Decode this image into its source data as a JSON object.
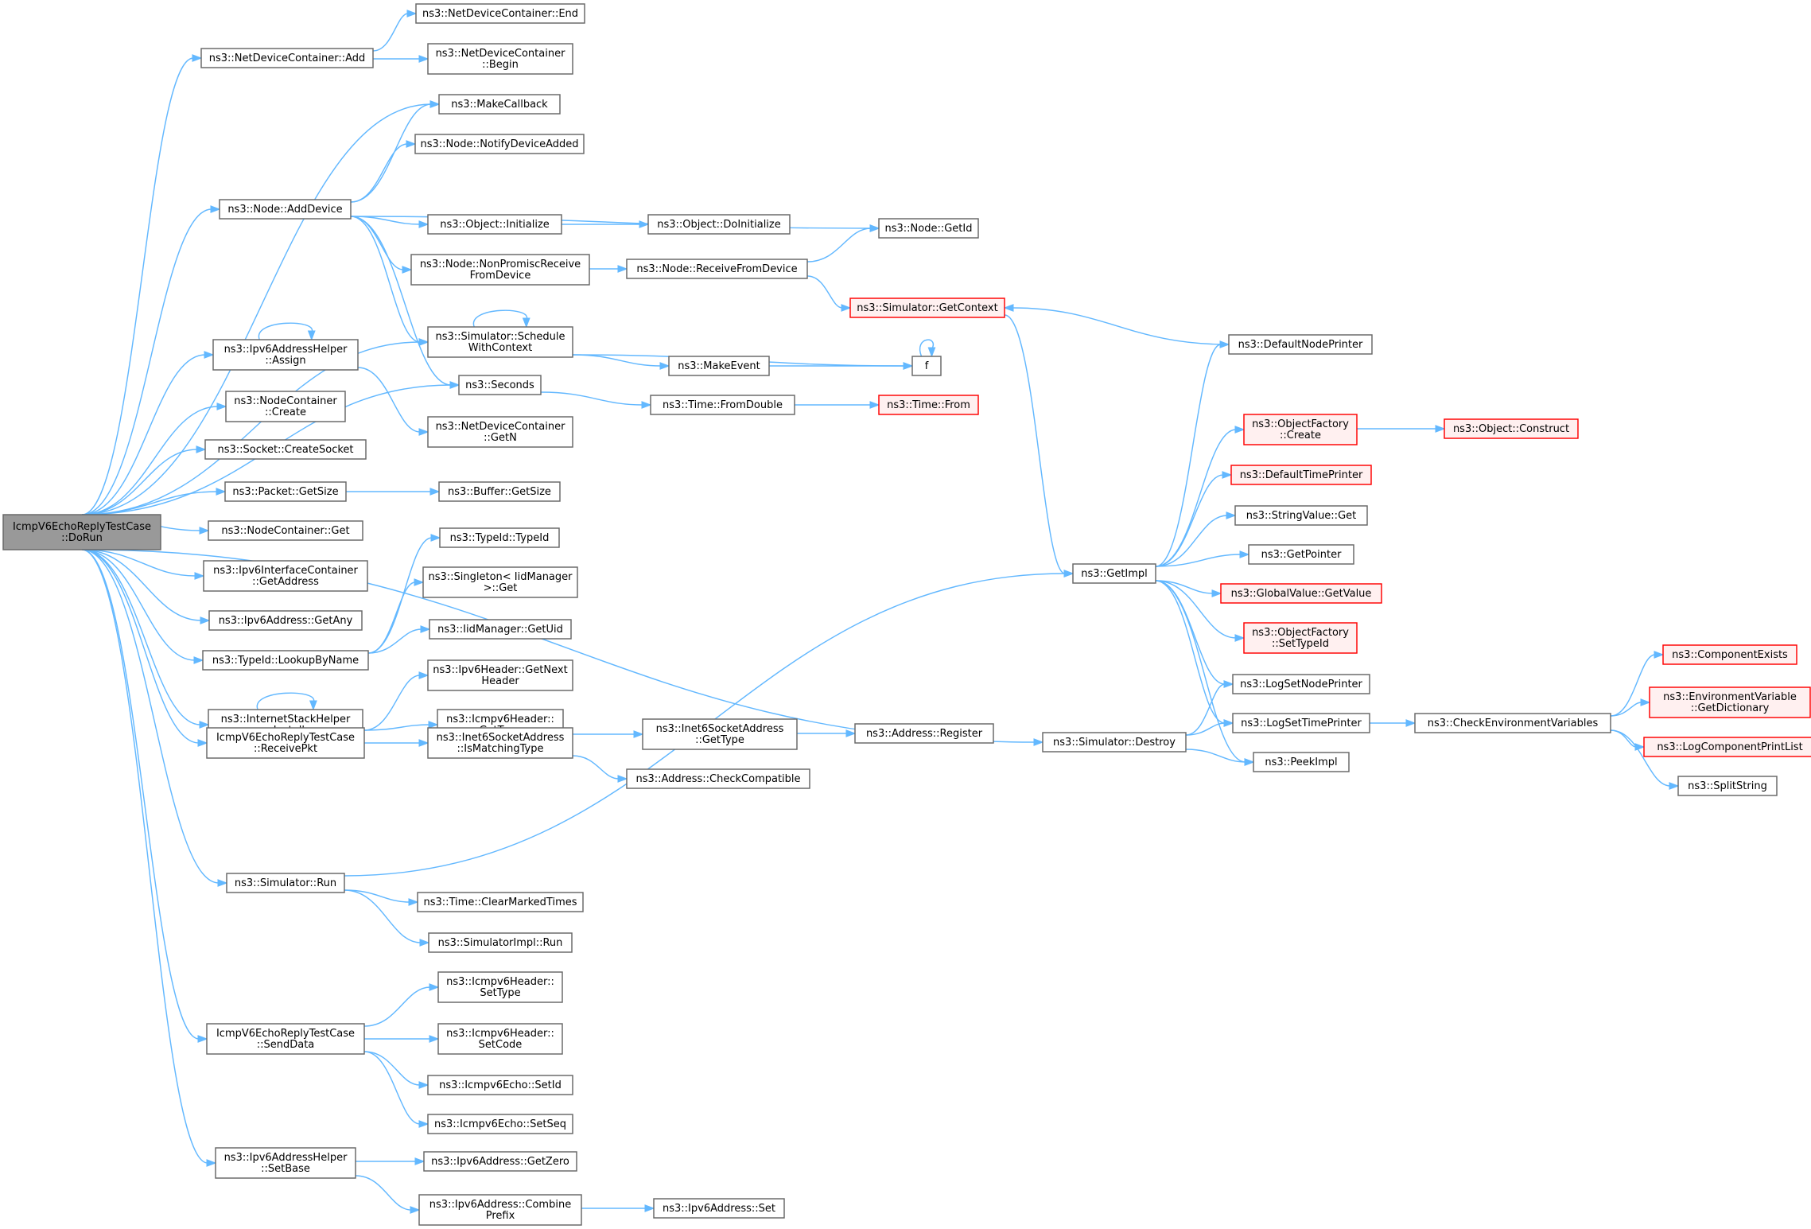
{
  "graph": {
    "nodes": [
      {
        "id": "root",
        "lines": [
          "IcmpV6EchoReplyTestCase",
          "::DoRun"
        ],
        "style": "root"
      },
      {
        "id": "ndcAdd",
        "lines": [
          "ns3::NetDeviceContainer::Add"
        ]
      },
      {
        "id": "ndcEnd",
        "lines": [
          "ns3::NetDeviceContainer::End"
        ]
      },
      {
        "id": "ndcBegin",
        "lines": [
          "ns3::NetDeviceContainer",
          "::Begin"
        ]
      },
      {
        "id": "makeCallback",
        "lines": [
          "ns3::MakeCallback"
        ]
      },
      {
        "id": "notifyDev",
        "lines": [
          "ns3::Node::NotifyDeviceAdded"
        ]
      },
      {
        "id": "addDevice",
        "lines": [
          "ns3::Node::AddDevice"
        ]
      },
      {
        "id": "objInit",
        "lines": [
          "ns3::Object::Initialize"
        ]
      },
      {
        "id": "objDoInit",
        "lines": [
          "ns3::Object::DoInitialize"
        ]
      },
      {
        "id": "nodeGetId",
        "lines": [
          "ns3::Node::GetId"
        ]
      },
      {
        "id": "nonPromisc",
        "lines": [
          "ns3::Node::NonPromiscReceive",
          "FromDevice"
        ]
      },
      {
        "id": "recvFromDev",
        "lines": [
          "ns3::Node::ReceiveFromDevice"
        ]
      },
      {
        "id": "getContext",
        "lines": [
          "ns3::Simulator::GetContext"
        ],
        "style": "trunc"
      },
      {
        "id": "schedule",
        "lines": [
          "ns3::Simulator::Schedule",
          "WithContext"
        ]
      },
      {
        "id": "assign",
        "lines": [
          "ns3::Ipv6AddressHelper",
          "::Assign"
        ]
      },
      {
        "id": "fNode",
        "lines": [
          "f"
        ]
      },
      {
        "id": "makeEvent",
        "lines": [
          "ns3::MakeEvent"
        ]
      },
      {
        "id": "seconds",
        "lines": [
          "ns3::Seconds"
        ]
      },
      {
        "id": "fromDouble",
        "lines": [
          "ns3::Time::FromDouble"
        ]
      },
      {
        "id": "timeFrom",
        "lines": [
          "ns3::Time::From"
        ],
        "style": "trunc"
      },
      {
        "id": "ncCreate",
        "lines": [
          "ns3::NodeContainer",
          "::Create"
        ]
      },
      {
        "id": "ndcGetN",
        "lines": [
          "ns3::NetDeviceContainer",
          "::GetN"
        ]
      },
      {
        "id": "createSocket",
        "lines": [
          "ns3::Socket::CreateSocket"
        ]
      },
      {
        "id": "pktGetSize",
        "lines": [
          "ns3::Packet::GetSize"
        ]
      },
      {
        "id": "bufGetSize",
        "lines": [
          "ns3::Buffer::GetSize"
        ]
      },
      {
        "id": "ncGet",
        "lines": [
          "ns3::NodeContainer::Get"
        ]
      },
      {
        "id": "typeIdTypeId",
        "lines": [
          "ns3::TypeId::TypeId"
        ]
      },
      {
        "id": "ipv6IfGetAddr",
        "lines": [
          "ns3::Ipv6InterfaceContainer",
          "::GetAddress"
        ]
      },
      {
        "id": "singletonGet",
        "lines": [
          "ns3::Singleton< IidManager",
          ">::Get"
        ]
      },
      {
        "id": "getAny",
        "lines": [
          "ns3::Ipv6Address::GetAny"
        ]
      },
      {
        "id": "iidGetUid",
        "lines": [
          "ns3::IidManager::GetUid"
        ]
      },
      {
        "id": "lookupByName",
        "lines": [
          "ns3::TypeId::LookupByName"
        ]
      },
      {
        "id": "ipv6GetNext",
        "lines": [
          "ns3::Ipv6Header::GetNext",
          "Header"
        ]
      },
      {
        "id": "install",
        "lines": [
          "ns3::InternetStackHelper",
          "::Install"
        ]
      },
      {
        "id": "icmpGetType",
        "lines": [
          "ns3::Icmpv6Header::",
          "GetType"
        ]
      },
      {
        "id": "inetGetType",
        "lines": [
          "ns3::Inet6SocketAddress",
          "::GetType"
        ]
      },
      {
        "id": "addrRegister",
        "lines": [
          "ns3::Address::Register"
        ]
      },
      {
        "id": "receivePkt",
        "lines": [
          "IcmpV6EchoReplyTestCase",
          "::ReceivePkt"
        ]
      },
      {
        "id": "isMatching",
        "lines": [
          "ns3::Inet6SocketAddress",
          "::IsMatchingType"
        ]
      },
      {
        "id": "checkCompat",
        "lines": [
          "ns3::Address::CheckCompatible"
        ]
      },
      {
        "id": "simRun",
        "lines": [
          "ns3::Simulator::Run"
        ]
      },
      {
        "id": "clearMarked",
        "lines": [
          "ns3::Time::ClearMarkedTimes"
        ]
      },
      {
        "id": "implRun",
        "lines": [
          "ns3::SimulatorImpl::Run"
        ]
      },
      {
        "id": "setType",
        "lines": [
          "ns3::Icmpv6Header::",
          "SetType"
        ]
      },
      {
        "id": "sendData",
        "lines": [
          "IcmpV6EchoReplyTestCase",
          "::SendData"
        ]
      },
      {
        "id": "setCode",
        "lines": [
          "ns3::Icmpv6Header::",
          "SetCode"
        ]
      },
      {
        "id": "setId",
        "lines": [
          "ns3::Icmpv6Echo::SetId"
        ]
      },
      {
        "id": "setSeq",
        "lines": [
          "ns3::Icmpv6Echo::SetSeq"
        ]
      },
      {
        "id": "setBase",
        "lines": [
          "ns3::Ipv6AddressHelper",
          "::SetBase"
        ]
      },
      {
        "id": "getZero",
        "lines": [
          "ns3::Ipv6Address::GetZero"
        ]
      },
      {
        "id": "combinePrefix",
        "lines": [
          "ns3::Ipv6Address::Combine",
          "Prefix"
        ]
      },
      {
        "id": "ipv6Set",
        "lines": [
          "ns3::Ipv6Address::Set"
        ]
      },
      {
        "id": "getImpl",
        "lines": [
          "ns3::GetImpl"
        ]
      },
      {
        "id": "simDestroy",
        "lines": [
          "ns3::Simulator::Destroy"
        ]
      },
      {
        "id": "defNodePrinter",
        "lines": [
          "ns3::DefaultNodePrinter"
        ]
      },
      {
        "id": "ofCreate",
        "lines": [
          "ns3::ObjectFactory",
          "::Create"
        ],
        "style": "trunc"
      },
      {
        "id": "objConstruct",
        "lines": [
          "ns3::Object::Construct"
        ],
        "style": "trunc"
      },
      {
        "id": "defTimePrinter",
        "lines": [
          "ns3::DefaultTimePrinter"
        ],
        "style": "trunc"
      },
      {
        "id": "strValGet",
        "lines": [
          "ns3::StringValue::Get"
        ]
      },
      {
        "id": "getPointer",
        "lines": [
          "ns3::GetPointer"
        ]
      },
      {
        "id": "gvGetValue",
        "lines": [
          "ns3::GlobalValue::GetValue"
        ],
        "style": "trunc"
      },
      {
        "id": "ofSetTypeId",
        "lines": [
          "ns3::ObjectFactory",
          "::SetTypeId"
        ],
        "style": "trunc"
      },
      {
        "id": "logSetNode",
        "lines": [
          "ns3::LogSetNodePrinter"
        ]
      },
      {
        "id": "logSetTime",
        "lines": [
          "ns3::LogSetTimePrinter"
        ]
      },
      {
        "id": "peekImpl",
        "lines": [
          "ns3::PeekImpl"
        ]
      },
      {
        "id": "checkEnv",
        "lines": [
          "ns3::CheckEnvironmentVariables"
        ]
      },
      {
        "id": "compExists",
        "lines": [
          "ns3::ComponentExists"
        ],
        "style": "trunc"
      },
      {
        "id": "envGetDict",
        "lines": [
          "ns3::EnvironmentVariable",
          "::GetDictionary"
        ],
        "style": "trunc"
      },
      {
        "id": "logPrintList",
        "lines": [
          "ns3::LogComponentPrintList"
        ],
        "style": "trunc"
      },
      {
        "id": "splitString",
        "lines": [
          "ns3::SplitString"
        ]
      }
    ],
    "edges": [
      [
        "root",
        "ndcAdd"
      ],
      [
        "root",
        "makeCallback"
      ],
      [
        "root",
        "addDevice"
      ],
      [
        "root",
        "schedule"
      ],
      [
        "root",
        "assign"
      ],
      [
        "root",
        "seconds"
      ],
      [
        "root",
        "ncCreate"
      ],
      [
        "root",
        "createSocket"
      ],
      [
        "root",
        "pktGetSize"
      ],
      [
        "root",
        "ncGet"
      ],
      [
        "root",
        "ipv6IfGetAddr"
      ],
      [
        "root",
        "getAny"
      ],
      [
        "root",
        "lookupByName"
      ],
      [
        "root",
        "install"
      ],
      [
        "root",
        "receivePkt"
      ],
      [
        "root",
        "simDestroy"
      ],
      [
        "root",
        "simRun"
      ],
      [
        "root",
        "sendData"
      ],
      [
        "root",
        "setBase"
      ],
      [
        "ndcAdd",
        "ndcEnd"
      ],
      [
        "ndcAdd",
        "ndcBegin"
      ],
      [
        "addDevice",
        "makeCallback"
      ],
      [
        "addDevice",
        "notifyDev"
      ],
      [
        "addDevice",
        "nodeGetId"
      ],
      [
        "addDevice",
        "objInit"
      ],
      [
        "addDevice",
        "nonPromisc"
      ],
      [
        "addDevice",
        "schedule"
      ],
      [
        "addDevice",
        "seconds"
      ],
      [
        "objInit",
        "objDoInit"
      ],
      [
        "nonPromisc",
        "recvFromDev"
      ],
      [
        "recvFromDev",
        "nodeGetId"
      ],
      [
        "recvFromDev",
        "getContext"
      ],
      [
        "schedule",
        "schedule"
      ],
      [
        "schedule",
        "fNode"
      ],
      [
        "schedule",
        "makeEvent"
      ],
      [
        "makeEvent",
        "fNode"
      ],
      [
        "fNode",
        "fNode"
      ],
      [
        "assign",
        "assign"
      ],
      [
        "assign",
        "ndcGetN"
      ],
      [
        "seconds",
        "fromDouble"
      ],
      [
        "fromDouble",
        "timeFrom"
      ],
      [
        "pktGetSize",
        "bufGetSize"
      ],
      [
        "lookupByName",
        "typeIdTypeId"
      ],
      [
        "lookupByName",
        "singletonGet"
      ],
      [
        "lookupByName",
        "iidGetUid"
      ],
      [
        "install",
        "install"
      ],
      [
        "receivePkt",
        "ipv6GetNext"
      ],
      [
        "receivePkt",
        "icmpGetType"
      ],
      [
        "receivePkt",
        "isMatching"
      ],
      [
        "isMatching",
        "inetGetType"
      ],
      [
        "isMatching",
        "checkCompat"
      ],
      [
        "inetGetType",
        "addrRegister"
      ],
      [
        "simRun",
        "getImpl"
      ],
      [
        "simRun",
        "clearMarked"
      ],
      [
        "simRun",
        "implRun"
      ],
      [
        "sendData",
        "setType"
      ],
      [
        "sendData",
        "setCode"
      ],
      [
        "sendData",
        "setId"
      ],
      [
        "sendData",
        "setSeq"
      ],
      [
        "setBase",
        "getZero"
      ],
      [
        "setBase",
        "combinePrefix"
      ],
      [
        "combinePrefix",
        "ipv6Set"
      ],
      [
        "getContext",
        "getImpl"
      ],
      [
        "getImpl",
        "defNodePrinter"
      ],
      [
        "getImpl",
        "ofCreate"
      ],
      [
        "getImpl",
        "defTimePrinter"
      ],
      [
        "getImpl",
        "strValGet"
      ],
      [
        "getImpl",
        "getPointer"
      ],
      [
        "getImpl",
        "gvGetValue"
      ],
      [
        "getImpl",
        "ofSetTypeId"
      ],
      [
        "getImpl",
        "logSetNode"
      ],
      [
        "getImpl",
        "logSetTime"
      ],
      [
        "getImpl",
        "peekImpl"
      ],
      [
        "defNodePrinter",
        "getContext"
      ],
      [
        "ofCreate",
        "objConstruct"
      ],
      [
        "simDestroy",
        "logSetNode"
      ],
      [
        "simDestroy",
        "logSetTime"
      ],
      [
        "simDestroy",
        "peekImpl"
      ],
      [
        "logSetTime",
        "checkEnv"
      ],
      [
        "checkEnv",
        "compExists"
      ],
      [
        "checkEnv",
        "envGetDict"
      ],
      [
        "checkEnv",
        "logPrintList"
      ],
      [
        "checkEnv",
        "splitString"
      ]
    ]
  },
  "colors": {
    "edge": "#63b8ff",
    "node_border": "#666666",
    "root_fill": "#999999",
    "truncated_border": "#ff0000",
    "truncated_fill": "#fff0f0"
  }
}
